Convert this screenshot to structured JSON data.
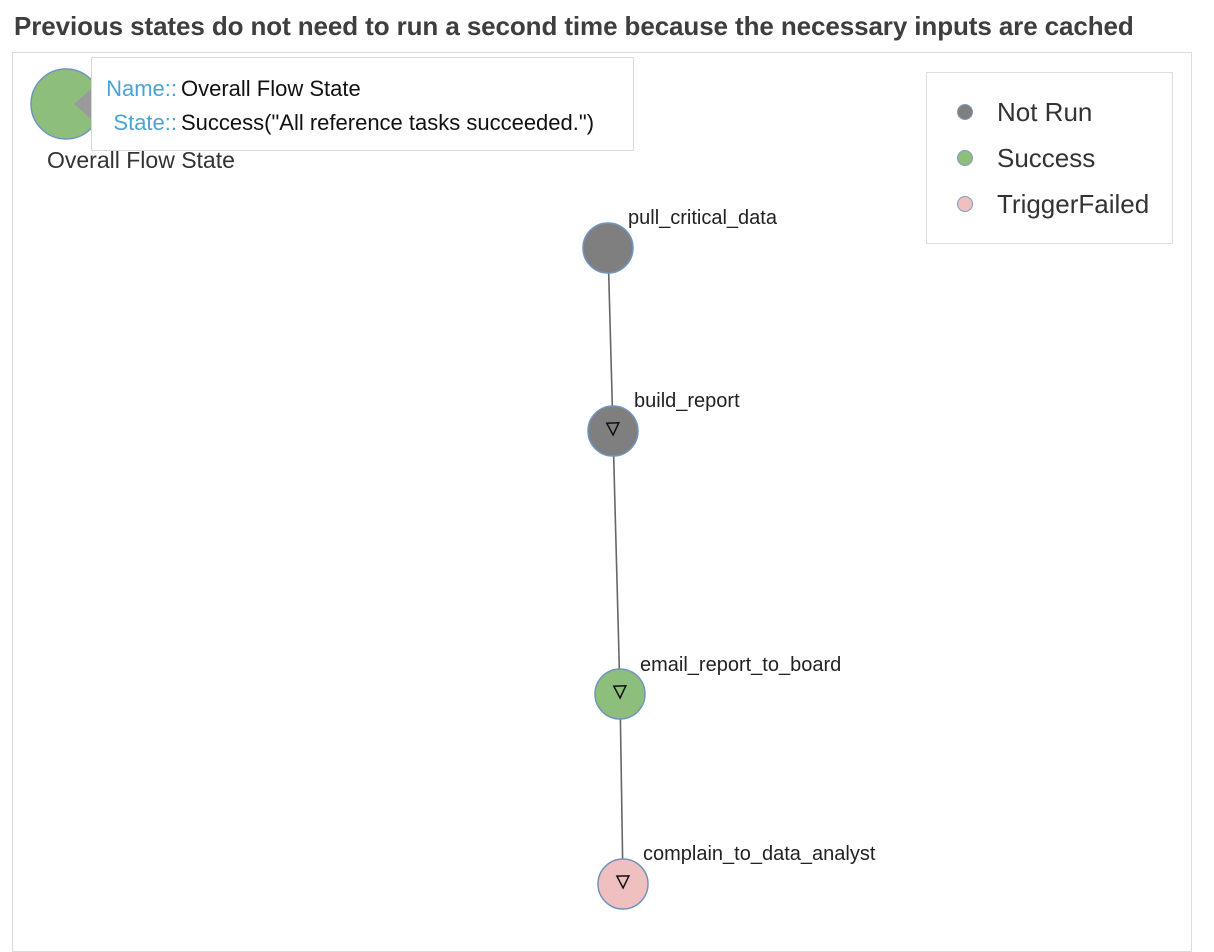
{
  "page": {
    "heading": "Previous states do not need to run a second time because the necessary inputs are cached"
  },
  "overall": {
    "label": "Overall Flow State",
    "color": "#8dbe7c"
  },
  "tooltip": {
    "name_key": "Name::",
    "name_value": "Overall Flow State",
    "state_key": "State::",
    "state_value": "Success(\"All reference tasks succeeded.\")"
  },
  "legend": {
    "items": [
      {
        "label": "Not Run",
        "color": "#7f7f7f"
      },
      {
        "label": "Success",
        "color": "#8dbe7c"
      },
      {
        "label": "TriggerFailed",
        "color": "#f0c0c0"
      }
    ]
  },
  "graph": {
    "nodes": [
      {
        "id": "pull_critical_data",
        "label": "pull_critical_data",
        "state": "Not Run"
      },
      {
        "id": "build_report",
        "label": "build_report",
        "state": "Not Run"
      },
      {
        "id": "email_report_to_board",
        "label": "email_report_to_board",
        "state": "Success"
      },
      {
        "id": "complain_to_data_analyst",
        "label": "complain_to_data_analyst",
        "state": "TriggerFailed"
      }
    ],
    "edges": [
      {
        "from": "pull_critical_data",
        "to": "build_report"
      },
      {
        "from": "build_report",
        "to": "email_report_to_board"
      },
      {
        "from": "email_report_to_board",
        "to": "complain_to_data_analyst"
      }
    ]
  },
  "colors": {
    "node_border": "#6f95bf",
    "edge": "#666666",
    "tooltip_key": "#4aa3d6"
  }
}
